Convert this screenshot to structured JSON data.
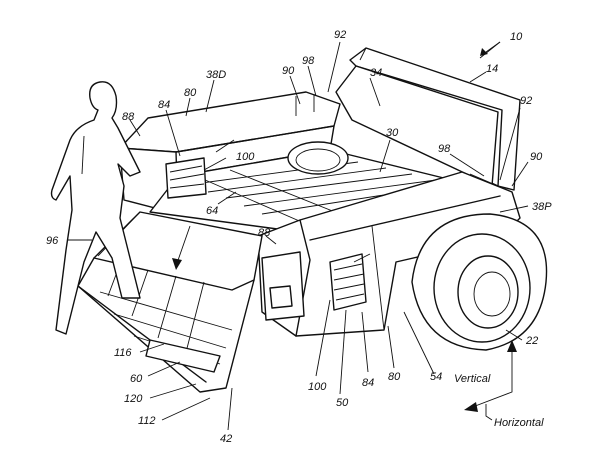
{
  "figure": {
    "labels": {
      "l10": "10",
      "l14": "14",
      "l92a": "92",
      "l92b": "92",
      "l90a": "90",
      "l90b": "90",
      "l98a": "98",
      "l98b": "98",
      "l38d": "38D",
      "l80a": "80",
      "l80b": "80",
      "l34": "34",
      "l88a": "88",
      "l88b": "88",
      "l84a": "84",
      "l84b": "84",
      "l100a": "100",
      "l100b": "100",
      "l30": "30",
      "l64": "64",
      "l38p": "38P",
      "l96": "96",
      "l116": "116",
      "l60": "60",
      "l120": "120",
      "l112": "112",
      "l42": "42",
      "l50": "50",
      "l54": "54",
      "l22": "22",
      "vertical": "Vertical",
      "horizontal": "Horizontal"
    }
  }
}
